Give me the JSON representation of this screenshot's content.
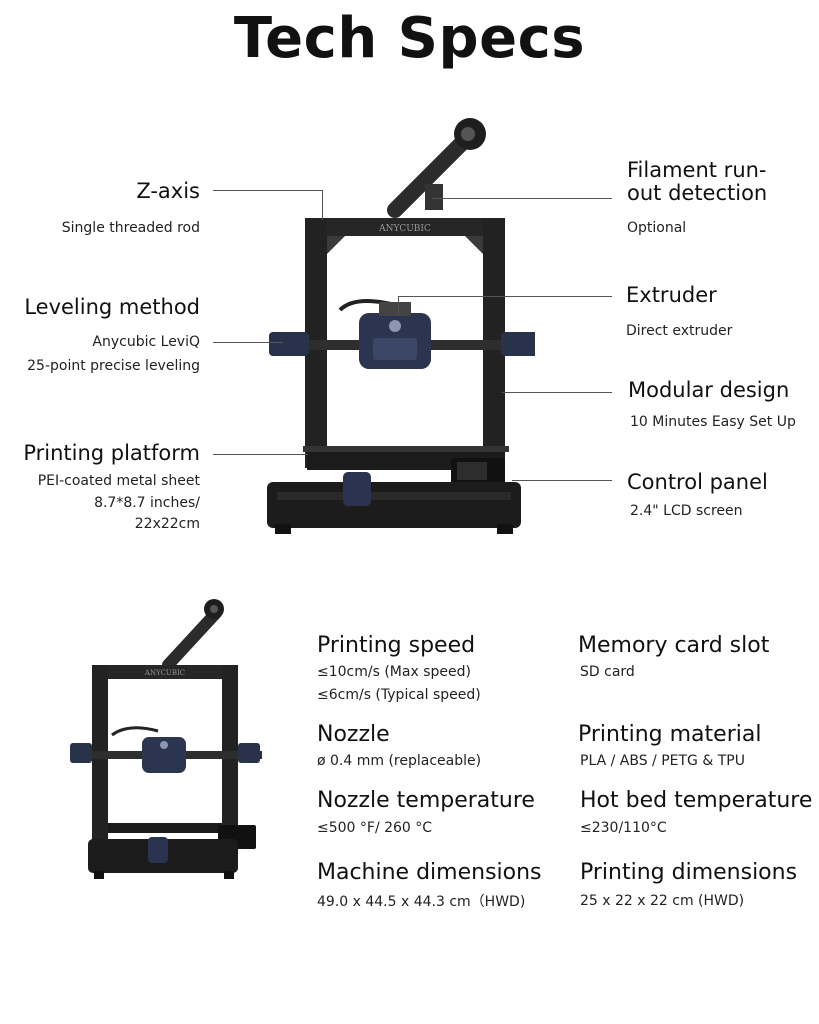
{
  "title": "Tech Specs",
  "top_features": {
    "zaxis": {
      "heading": "Z-axis",
      "lines": [
        "Single threaded rod"
      ]
    },
    "leveling": {
      "heading": "Leveling method",
      "lines": [
        "Anycubic LeviQ",
        "25-point precise leveling"
      ]
    },
    "platform": {
      "heading": "Printing platform",
      "lines": [
        "PEI-coated metal sheet",
        "8.7*8.7 inches/",
        "22x22cm"
      ]
    },
    "filament": {
      "heading_line1": "Filament run-",
      "heading_line2": "out detection",
      "lines": [
        "Optional"
      ]
    },
    "extruder": {
      "heading": "Extruder",
      "lines": [
        "Direct extruder"
      ]
    },
    "modular": {
      "heading": "Modular design",
      "lines": [
        "10 Minutes Easy Set Up"
      ]
    },
    "control": {
      "heading": "Control panel",
      "lines": [
        "2.4\" LCD screen"
      ]
    }
  },
  "printer_brand": "ANYCUBIC",
  "specs": {
    "printing_speed": {
      "heading": "Printing speed",
      "lines": [
        "≤10cm/s (Max speed)",
        "≤6cm/s (Typical speed)"
      ]
    },
    "memory_card": {
      "heading": "Memory card slot",
      "lines": [
        "SD card"
      ]
    },
    "nozzle": {
      "heading": "Nozzle",
      "lines": [
        "ø 0.4 mm (replaceable)"
      ]
    },
    "material": {
      "heading": "Printing material",
      "lines": [
        "PLA / ABS / PETG & TPU"
      ]
    },
    "nozzle_temp": {
      "heading": "Nozzle temperature",
      "lines": [
        "≤500 °F/ 260 °C"
      ]
    },
    "bed_temp": {
      "heading": "Hot bed temperature",
      "lines": [
        "≤230/110°C"
      ]
    },
    "machine_dims": {
      "heading": "Machine dimensions",
      "lines": [
        "49.0 x 44.5 x 44.3 cm（HWD)"
      ]
    },
    "print_dims": {
      "heading": "Printing dimensions",
      "lines": [
        "25 x 22 x 22 cm (HWD)"
      ]
    }
  }
}
